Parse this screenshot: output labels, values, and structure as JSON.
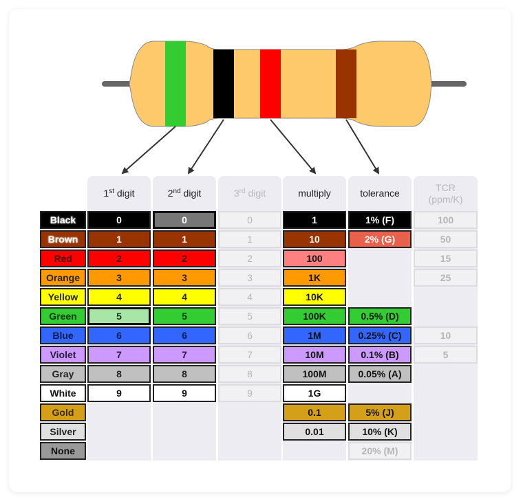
{
  "resistor": {
    "body_color": "#fec96a",
    "lead_color": "#666666",
    "bands": [
      {
        "name": "green",
        "color": "#33cc33",
        "role": "1st digit"
      },
      {
        "name": "black",
        "color": "#000000",
        "role": "2nd digit"
      },
      {
        "name": "red",
        "color": "#ff0000",
        "role": "multiply"
      },
      {
        "name": "brown",
        "color": "#993300",
        "role": "tolerance"
      }
    ]
  },
  "headers": {
    "digit1": {
      "num": "1",
      "sup": "st",
      "text": " digit"
    },
    "digit2": {
      "num": "2",
      "sup": "nd",
      "text": " digit"
    },
    "digit3": {
      "num": "3",
      "sup": "rd",
      "text": " digit"
    },
    "multiply": "multiply",
    "tolerance": "tolerance",
    "tcr_line1": "TCR",
    "tcr_line2": "(ppm/K)"
  },
  "rows": [
    {
      "color": "Black",
      "bg": "#000000",
      "fg": "#ffffff",
      "d1": "0",
      "d2": "0",
      "d3": "0",
      "mult": "1",
      "tol": "1% (F)",
      "tcr": "100"
    },
    {
      "color": "Brown",
      "bg": "#993300",
      "fg": "#ffffff",
      "d1": "1",
      "d2": "1",
      "d3": "1",
      "mult": "10",
      "tol": "2% (G)",
      "tcr": "50"
    },
    {
      "color": "Red",
      "bg": "#ff0000",
      "fg": "#440000",
      "d1": "2",
      "d2": "2",
      "d3": "2",
      "mult": "100",
      "tol": "",
      "tcr": "15"
    },
    {
      "color": "Orange",
      "bg": "#ff9900",
      "fg": "#222222",
      "d1": "3",
      "d2": "3",
      "d3": "3",
      "mult": "1K",
      "tol": "",
      "tcr": "25"
    },
    {
      "color": "Yellow",
      "bg": "#ffff00",
      "fg": "#222222",
      "d1": "4",
      "d2": "4",
      "d3": "4",
      "mult": "10K",
      "tol": "",
      "tcr": ""
    },
    {
      "color": "Green",
      "bg": "#33cc33",
      "fg": "#113311",
      "d1": "5",
      "d2": "5",
      "d3": "5",
      "mult": "100K",
      "tol": "0.5% (D)",
      "tcr": ""
    },
    {
      "color": "Blue",
      "bg": "#3366ff",
      "fg": "#0a1a4a",
      "d1": "6",
      "d2": "6",
      "d3": "6",
      "mult": "1M",
      "tol": "0.25% (C)",
      "tcr": "10"
    },
    {
      "color": "Violet",
      "bg": "#cc99ff",
      "fg": "#2a1a3a",
      "d1": "7",
      "d2": "7",
      "d3": "7",
      "mult": "10M",
      "tol": "0.1% (B)",
      "tcr": "5"
    },
    {
      "color": "Gray",
      "bg": "#c0c0c0",
      "fg": "#222222",
      "d1": "8",
      "d2": "8",
      "d3": "8",
      "mult": "100M",
      "tol": "0.05% (A)",
      "tcr": ""
    },
    {
      "color": "White",
      "bg": "#ffffff",
      "fg": "#111111",
      "d1": "9",
      "d2": "9",
      "d3": "9",
      "mult": "1G",
      "tol": "",
      "tcr": ""
    },
    {
      "color": "Gold",
      "bg": "#d4a017",
      "fg": "#3a2a00",
      "d1": "",
      "d2": "",
      "d3": "",
      "mult": "0.1",
      "tol": "5% (J)",
      "tcr": ""
    },
    {
      "color": "Silver",
      "bg": "#e0e0e0",
      "fg": "#222222",
      "d1": "",
      "d2": "",
      "d3": "",
      "mult": "0.01",
      "tol": "10% (K)",
      "tcr": ""
    },
    {
      "color": "None",
      "bg": "#999999",
      "fg": "#111111",
      "d1": "",
      "d2": "",
      "d3": "",
      "mult": "",
      "tol": "20% (M)",
      "tcr": ""
    }
  ],
  "highlights": {
    "digit1_selected": {
      "row": "Green",
      "bg": "#a8e6a8"
    },
    "digit2_selected": {
      "row": "Black",
      "bg": "#777777"
    },
    "multiply_selected": {
      "row": "Red",
      "bg": "#ff8080"
    },
    "tolerance_selected": {
      "row": "Brown",
      "bg": "#e8614c"
    }
  }
}
